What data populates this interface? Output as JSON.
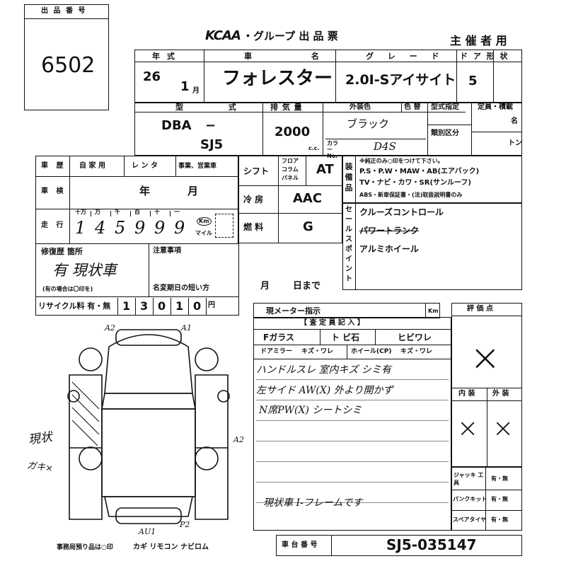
{
  "lot": {
    "label": "出 品 番 号",
    "number": "6502"
  },
  "header": {
    "logo": "KCAA",
    "title": "・グループ 出 品 票",
    "organizer": "主 催 者 用"
  },
  "row1": {
    "year_label": "年 式",
    "name_label": "車 名",
    "grade_label": "グ レ ー ド",
    "door_label": "ド ア 形 状",
    "year": "26",
    "month": "1",
    "month_unit": "月",
    "car_name": "フォレスター",
    "grade": "2.0I-Sアイサイト",
    "doors": "5"
  },
  "row2": {
    "model_label": "型 式",
    "disp_label": "排 気 量",
    "color_label": "外装色",
    "colorno_label": "色 替",
    "model_prefix": "DBA",
    "model_dash": "−",
    "model_code": "SJ5",
    "displacement": "2000",
    "cc": "c.c.",
    "color": "ブラック",
    "color_no_label": "カラー No.",
    "color_no": "D4S",
    "designation_label": "型式指定",
    "category_label": "類別区分",
    "capacity_label": "定員・積載",
    "capacity_people_unit": "名",
    "capacity_ton_unit": "トン"
  },
  "history": {
    "label": "車 歴",
    "options": [
      "自 家 用",
      "レ ン タ",
      "事業、営業車"
    ]
  },
  "inspection": {
    "label": "車 検",
    "year_unit": "年",
    "month_unit": "月"
  },
  "mileage": {
    "label": "走 行",
    "place_labels": [
      "十万",
      "万",
      "千",
      "百",
      "十",
      "一"
    ],
    "digits": [
      "1",
      "4",
      "5",
      "9",
      "9",
      "9"
    ],
    "km": "Km",
    "mile": "マイル"
  },
  "repair": {
    "label": "修復歴 箇所",
    "value": "有 現状車",
    "note": "(有の場合は〇印を)"
  },
  "notes": {
    "label": "注意事項",
    "reg_label": "名変期日の短い方",
    "month_unit": "月",
    "day_unit": "日まで"
  },
  "recycle": {
    "label": "リサイクル料 有・無",
    "digits": [
      "1",
      "3",
      "0",
      "1",
      "0"
    ],
    "unit": "円"
  },
  "specs": {
    "shift_label": "シフト",
    "shift_options": [
      "フロア",
      "コラム",
      "パネル"
    ],
    "shift": "AT",
    "ac_label": "冷 房",
    "ac": "AAC",
    "fuel_label": "燃 料",
    "fuel": "G"
  },
  "equipment": {
    "label": "装備品",
    "note": "※純正のみ○印をつけて下さい。",
    "line1": "P.S・P.W・MAW・AB(エアバック)",
    "line2": "TV・ナビ・カワ・SR(サンルーフ)",
    "line3": "ABS・新車保証書・(法)取扱説明書のみ"
  },
  "selling": {
    "label": "セールスポイント",
    "items": [
      "クルーズコントロール",
      "パワートランク",
      "アルミホイール"
    ]
  },
  "meter": {
    "label": "現メーター指示",
    "unit": "Km"
  },
  "appraisal": {
    "header": "【 査 定 員 記 入 】",
    "fglass_label": "Fガラス",
    "fglass_value": "ト ビ石",
    "fglass_crack": "ヒビワレ",
    "mirror_label": "ドアミラー",
    "mirror_value": "キズ・ワレ",
    "wheel_label": "ホイール(CP)",
    "wheel_value": "キズ・ワレ",
    "comments": [
      "ハンドルスレ 室内キズ シミ有",
      "左サイド AW(X) 外より開かず",
      "N席PW(X) シートシミ",
      "現状車 I-フレームです"
    ]
  },
  "score": {
    "label": "評 価 点",
    "value": "×",
    "interior_label": "内 装",
    "exterior_label": "外 装",
    "interior": "×",
    "exterior": "×"
  },
  "accessories": {
    "jack_label": "ジャッキ 工 具",
    "punct_label": "パンクキット",
    "spare_label": "スペアタイヤ",
    "choice": "有・無"
  },
  "office": {
    "text": "事務局預り品は○印",
    "items": "カギ リモコン ナビロム"
  },
  "chassis": {
    "label": "車 台 番 号",
    "value": "SJ5-035147"
  },
  "diagram": {
    "marks": [
      "A2",
      "A1",
      "A2",
      "AU1",
      "P2"
    ],
    "left_notes": [
      "現状",
      "ガキ×"
    ]
  }
}
